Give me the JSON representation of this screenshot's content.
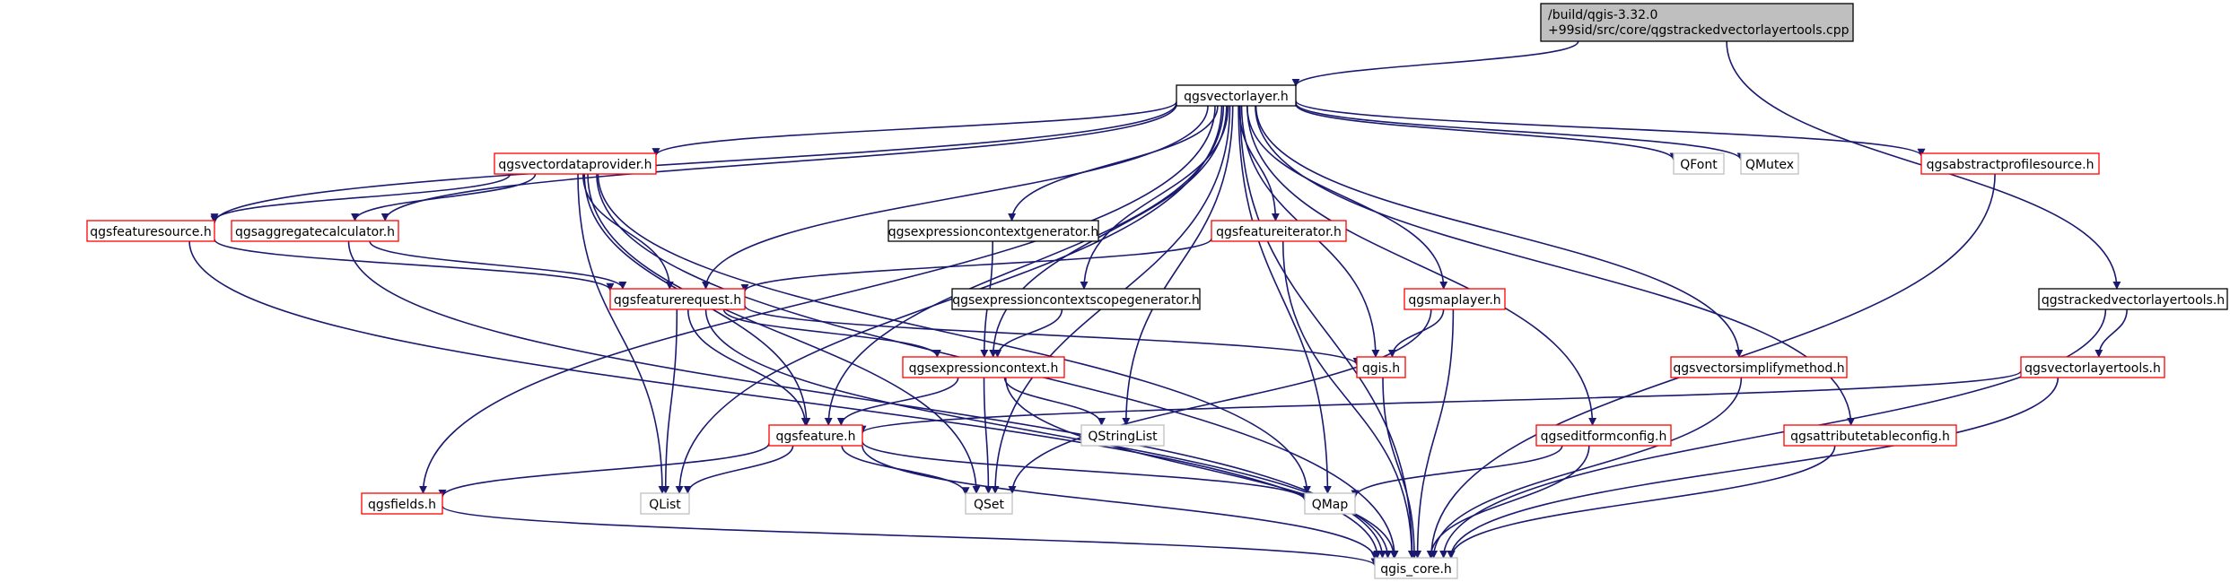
{
  "colors": {
    "root_fill": "#bfbfbf",
    "root_stroke": "#000000",
    "black_stroke": "#000000",
    "red_stroke": "#ff0000",
    "grey_stroke": "#bfbfbf",
    "edge": "#191970",
    "background": "#ffffff"
  },
  "nodes": {
    "root_file": {
      "line1": "/build/qgis-3.32.0",
      "line2": "+99sid/src/core/qgstrackedvectorlayertools.cpp"
    },
    "qgsvectorlayer": "qgsvectorlayer.h",
    "qgstrackedvectorlayertools": "qgstrackedvectorlayertools.h",
    "qgsvectordataprovider": "qgsvectordataprovider.h",
    "qfont": "QFont",
    "qmutex": "QMutex",
    "qgsabstractprofilesource": "qgsabstractprofilesource.h",
    "qgsfeaturesource": "qgsfeaturesource.h",
    "qgsaggregatecalculator": "qgsaggregatecalculator.h",
    "qgsexpressioncontextgenerator": "qgsexpressioncontextgenerator.h",
    "qgsfeatureiterator": "qgsfeatureiterator.h",
    "qgsfeaturerequest": "qgsfeaturerequest.h",
    "qgsexpressioncontextscopegenerator": "qgsexpressioncontextscopegenerator.h",
    "qgsmaplayer": "qgsmaplayer.h",
    "qgsexpressioncontext": "qgsexpressioncontext.h",
    "qgis": "qgis.h",
    "qgsvectorsimplifymethod": "qgsvectorsimplifymethod.h",
    "qgsvectorlayertools": "qgsvectorlayertools.h",
    "qgsfeature": "qgsfeature.h",
    "qstringlist": "QStringList",
    "qgseditformconfig": "qgseditformconfig.h",
    "qgsattributetableconfig": "qgsattributetableconfig.h",
    "qgsfields": "qgsfields.h",
    "qlist": "QList",
    "qset": "QSet",
    "qmap": "QMap",
    "qgis_core": "qgis_core.h"
  },
  "edges": [
    [
      "root_file",
      "qgsvectorlayer"
    ],
    [
      "root_file",
      "qgstrackedvectorlayertools"
    ],
    [
      "qgsvectorlayer",
      "qgis_core"
    ],
    [
      "qgsvectorlayer",
      "qgsvectordataprovider"
    ],
    [
      "qgsvectorlayer",
      "qfont"
    ],
    [
      "qgsvectorlayer",
      "qmutex"
    ],
    [
      "qgsvectorlayer",
      "qgsabstractprofilesource"
    ],
    [
      "qgsvectorlayer",
      "qgsfeaturesource"
    ],
    [
      "qgsvectorlayer",
      "qgsaggregatecalculator"
    ],
    [
      "qgsvectorlayer",
      "qgsexpressioncontextgenerator"
    ],
    [
      "qgsvectorlayer",
      "qgsfeatureiterator"
    ],
    [
      "qgsvectorlayer",
      "qgsfeaturerequest"
    ],
    [
      "qgsvectorlayer",
      "qgsexpressioncontextscopegenerator"
    ],
    [
      "qgsvectorlayer",
      "qgsmaplayer"
    ],
    [
      "qgsvectorlayer",
      "qgsexpressioncontext"
    ],
    [
      "qgsvectorlayer",
      "qgis"
    ],
    [
      "qgsvectorlayer",
      "qgsvectorsimplifymethod"
    ],
    [
      "qgsvectorlayer",
      "qgsfeature"
    ],
    [
      "qgsvectorlayer",
      "qstringlist"
    ],
    [
      "qgsvectorlayer",
      "qgseditformconfig"
    ],
    [
      "qgsvectorlayer",
      "qgsattributetableconfig"
    ],
    [
      "qgsvectorlayer",
      "qgsfields"
    ],
    [
      "qgsvectorlayer",
      "qlist"
    ],
    [
      "qgsvectorlayer",
      "qset"
    ],
    [
      "qgsvectorlayer",
      "qmap"
    ],
    [
      "qgsvectordataprovider",
      "qgsfeaturesource"
    ],
    [
      "qgsvectordataprovider",
      "qgsaggregatecalculator"
    ],
    [
      "qgsvectordataprovider",
      "qgsfeaturerequest"
    ],
    [
      "qgsvectordataprovider",
      "qgsfeature"
    ],
    [
      "qgsvectordataprovider",
      "qlist"
    ],
    [
      "qgsvectordataprovider",
      "qset"
    ],
    [
      "qgsvectordataprovider",
      "qmap"
    ],
    [
      "qgsvectordataprovider",
      "qgis_core"
    ],
    [
      "qgsfeaturesource",
      "qgsfeaturerequest"
    ],
    [
      "qgsfeaturesource",
      "qgis_core"
    ],
    [
      "qgsaggregatecalculator",
      "qgsfeaturerequest"
    ],
    [
      "qgsaggregatecalculator",
      "qgis_core"
    ],
    [
      "qgsexpressioncontextgenerator",
      "qgsexpressioncontext"
    ],
    [
      "qgsfeatureiterator",
      "qgsfeaturerequest"
    ],
    [
      "qgsfeatureiterator",
      "qgis_core"
    ],
    [
      "qgsfeaturerequest",
      "qgsexpressioncontext"
    ],
    [
      "qgsfeaturerequest",
      "qgis"
    ],
    [
      "qgsfeaturerequest",
      "qgsfeature"
    ],
    [
      "qgsfeaturerequest",
      "qlist"
    ],
    [
      "qgsfeaturerequest",
      "qgis_core"
    ],
    [
      "qgsexpressioncontextscopegenerator",
      "qgsexpressioncontext"
    ],
    [
      "qgsexpressioncontext",
      "qgsfeature"
    ],
    [
      "qgsexpressioncontext",
      "qstringlist"
    ],
    [
      "qgsexpressioncontext",
      "qset"
    ],
    [
      "qgsexpressioncontext",
      "qgis_core"
    ],
    [
      "qgsmaplayer",
      "qgis"
    ],
    [
      "qgsmaplayer",
      "qset"
    ],
    [
      "qgsmaplayer",
      "qgis_core"
    ],
    [
      "qgis",
      "qgis_core"
    ],
    [
      "qgsfeature",
      "qgsfields"
    ],
    [
      "qgsfeature",
      "qlist"
    ],
    [
      "qgsfeature",
      "qset"
    ],
    [
      "qgsfeature",
      "qmap"
    ],
    [
      "qgsfeature",
      "qgis_core"
    ],
    [
      "qgsfields",
      "qgis_core"
    ],
    [
      "qgseditformconfig",
      "qmap"
    ],
    [
      "qgseditformconfig",
      "qgis_core"
    ],
    [
      "qgsattributetableconfig",
      "qgis_core"
    ],
    [
      "qgsvectorsimplifymethod",
      "qgis_core"
    ],
    [
      "qgsabstractprofilesource",
      "qgis_core"
    ],
    [
      "qgstrackedvectorlayertools",
      "qgsvectorlayertools"
    ],
    [
      "qgstrackedvectorlayertools",
      "qgis_core"
    ],
    [
      "qgsvectorlayertools",
      "qgsfeature"
    ],
    [
      "qgsvectorlayertools",
      "qgis_core"
    ]
  ]
}
